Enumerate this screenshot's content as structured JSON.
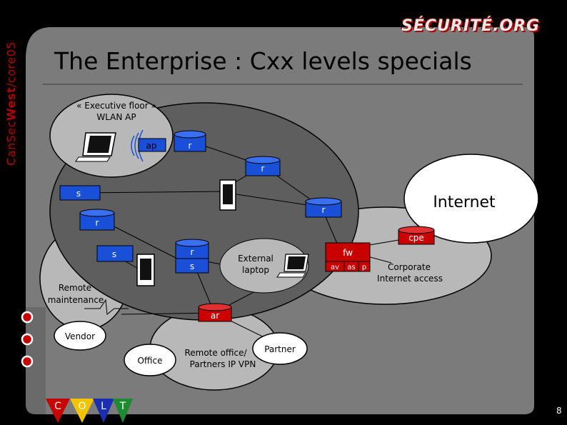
{
  "sidebar": {
    "label_prefix": "CanSec",
    "label_bold": "West",
    "label_suffix": "/core05"
  },
  "brand": {
    "text": "SÉCURITÉ.ORG"
  },
  "title": "The Enterprise : Cxx levels specials",
  "labels": {
    "exec_floor_1": "« Executive floor »",
    "exec_floor_2": "WLAN AP",
    "ap": "ap",
    "r1": "r",
    "r2": "r",
    "s1": "s",
    "r3": "r",
    "r4": "r",
    "internet": "Internet",
    "cpe": "cpe",
    "r5": "r",
    "s2": "s",
    "s3": "s",
    "ext_laptop_1": "External",
    "ext_laptop_2": "laptop",
    "fw": "fw",
    "av": "av",
    "as": "as",
    "p": "p",
    "corp_1": "Corporate",
    "corp_2": "Internet access",
    "remote_maint_1": "Remote",
    "remote_maint_2": "maintenance",
    "ar": "ar",
    "vendor": "Vendor",
    "office": "Office",
    "remote_office_1": "Remote office/",
    "remote_office_2": "Partners IP VPN",
    "partner": "Partner"
  },
  "footer": {
    "colt": [
      "C",
      "O",
      "L",
      "T"
    ],
    "page": "8"
  },
  "colors": {
    "router_blue": "#1a4fd8",
    "firewall_red": "#c80000",
    "cpe_red": "#cc0000",
    "slide_gray": "#7b7b7b",
    "side_label_red": "#b00000"
  }
}
